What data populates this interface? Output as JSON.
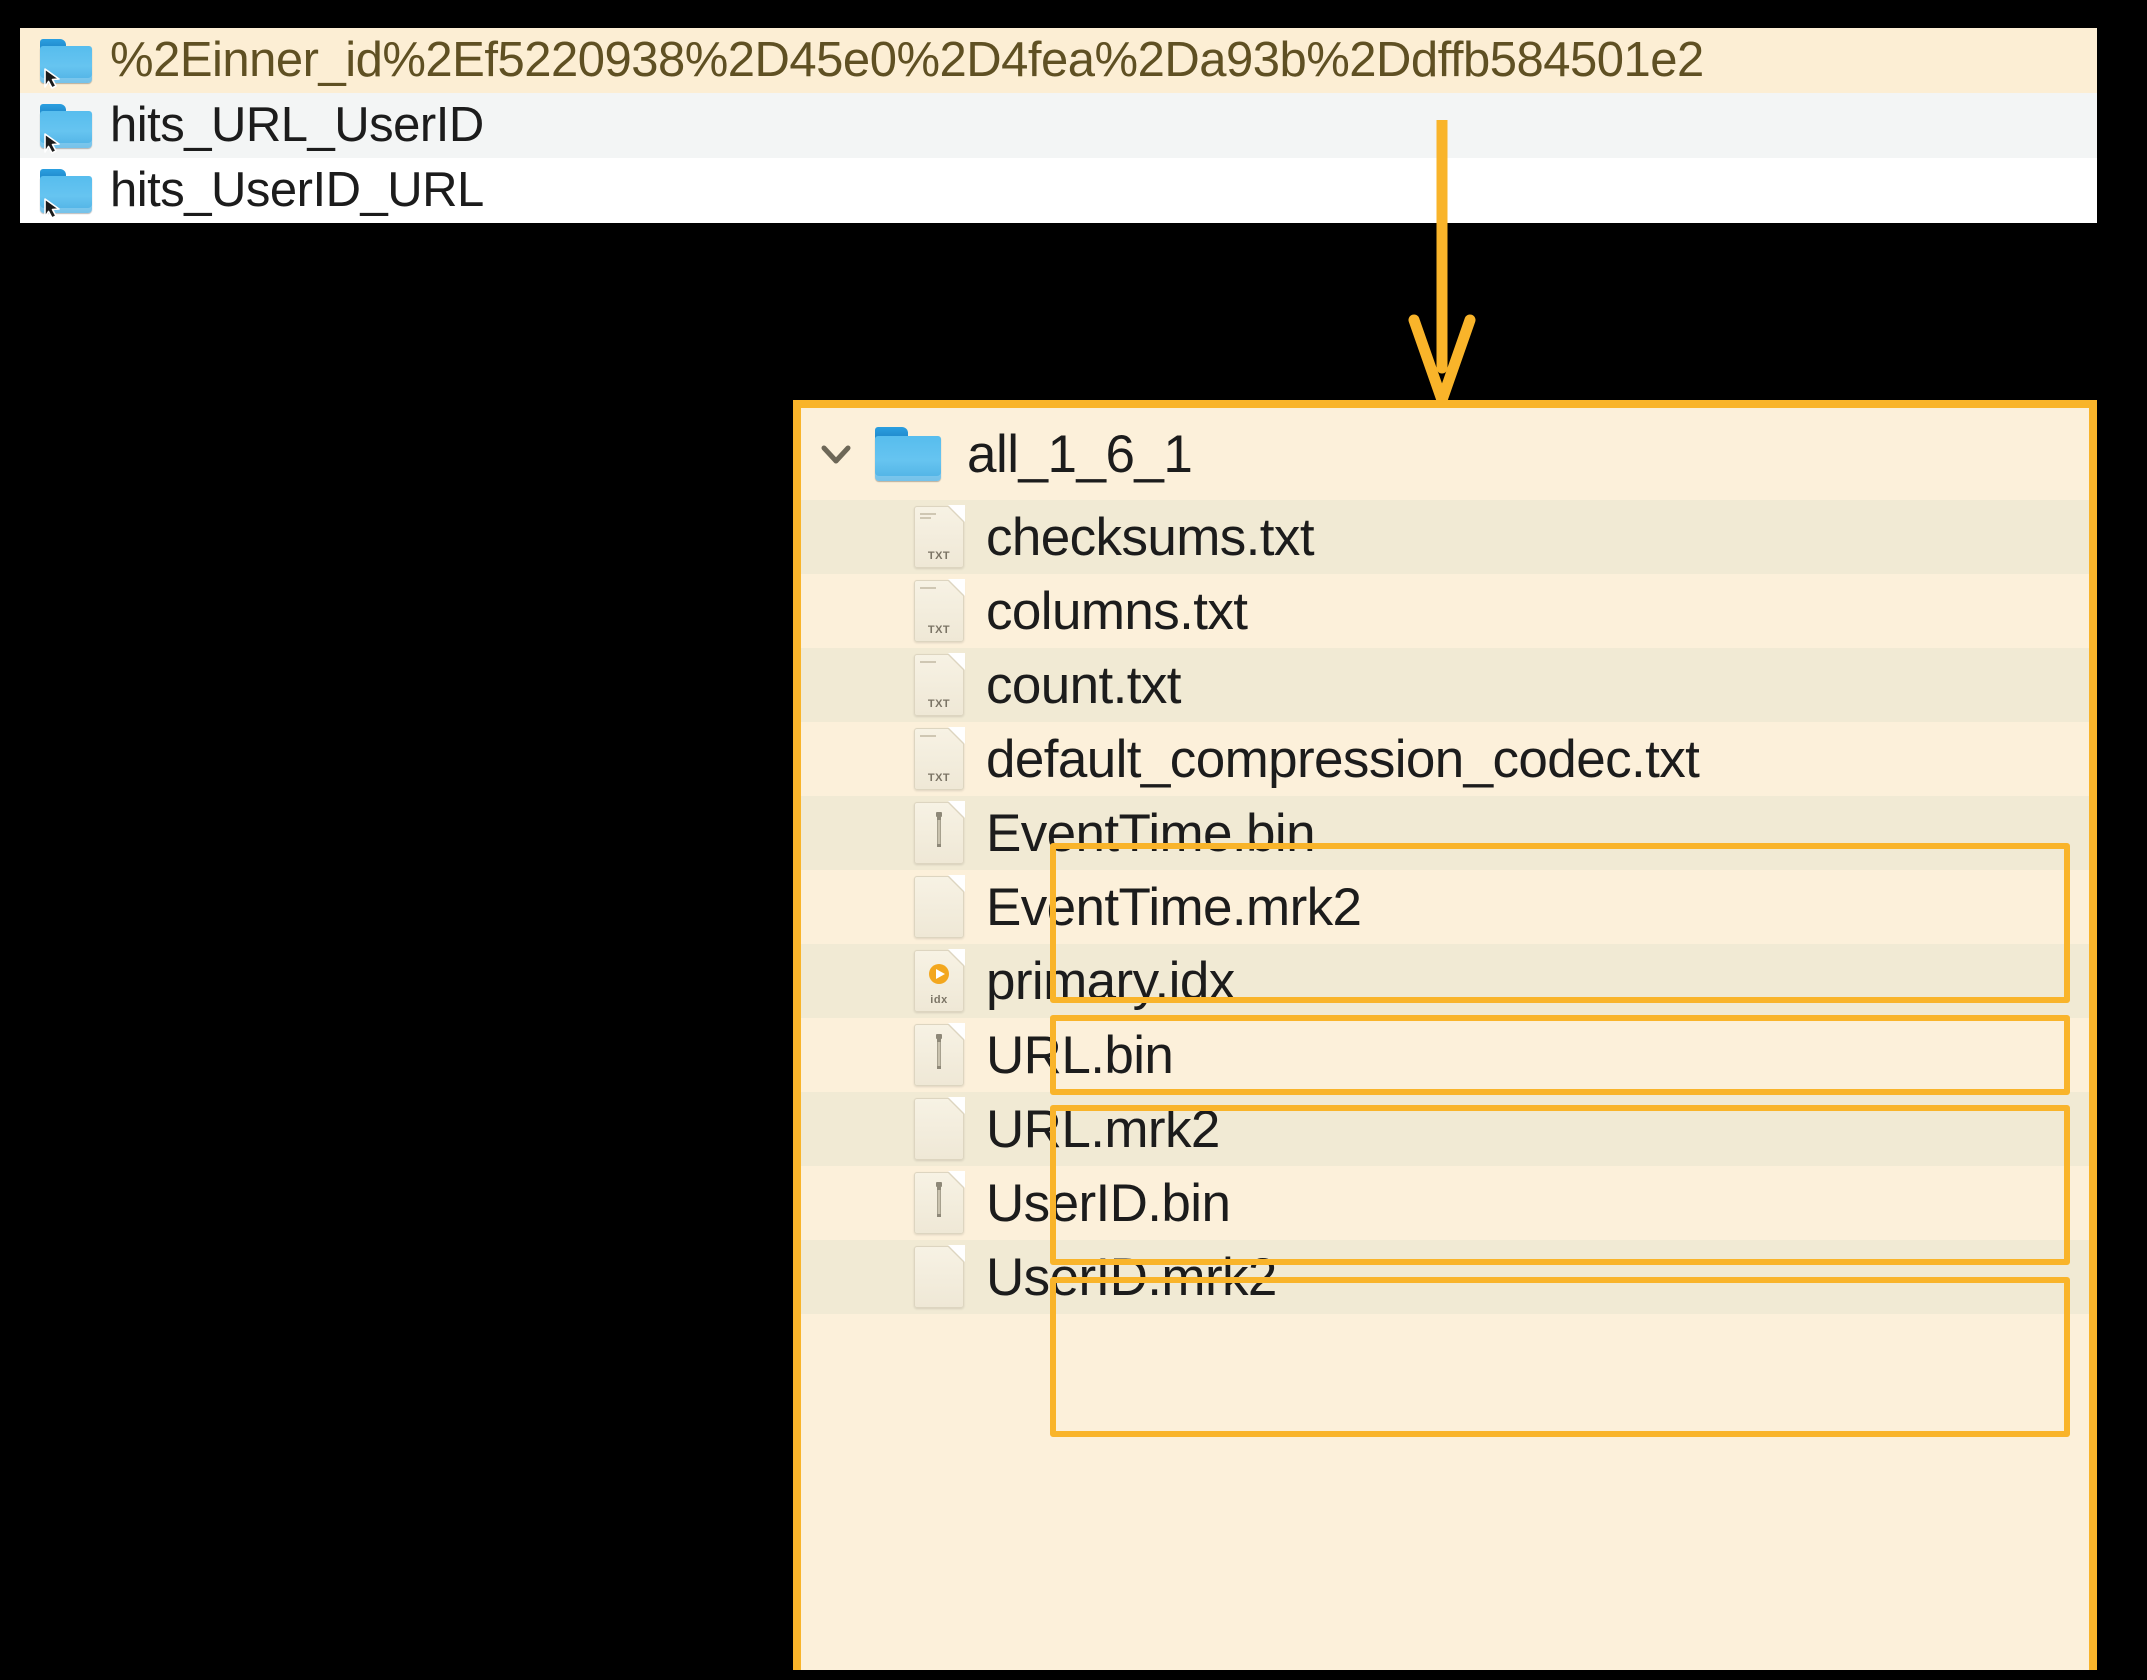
{
  "top_list": {
    "rows": [
      {
        "icon": "folder-symlink-icon",
        "label": "%2Einner_id%2Ef5220938%2D45e0%2D4fea%2Da93b%2Ddffb584501e2",
        "state": "selected"
      },
      {
        "icon": "folder-symlink-icon",
        "label": "hits_URL_UserID",
        "state": "alt"
      },
      {
        "icon": "folder-symlink-icon",
        "label": "hits_UserID_URL",
        "state": "plain"
      }
    ]
  },
  "annotation": {
    "arrow_icon": "down-arrow-annotation",
    "accent_color": "#F9B42A"
  },
  "detail_panel": {
    "root": {
      "chevron_icon": "chevron-down-icon",
      "folder_icon": "folder-icon",
      "label": "all_1_6_1"
    },
    "files": [
      {
        "icon": "txt-file-icon",
        "ext": "TXT",
        "label": "checksums.txt",
        "stripe": "b",
        "highlighted": false
      },
      {
        "icon": "txt-file-icon",
        "ext": "TXT",
        "label": "columns.txt",
        "stripe": "a",
        "highlighted": false
      },
      {
        "icon": "txt-file-icon",
        "ext": "TXT",
        "label": "count.txt",
        "stripe": "b",
        "highlighted": false
      },
      {
        "icon": "txt-file-icon",
        "ext": "TXT",
        "label": "default_compression_codec.txt",
        "stripe": "a",
        "highlighted": false
      },
      {
        "icon": "bin-file-icon",
        "ext": "",
        "label": "EventTime.bin",
        "stripe": "b",
        "highlighted": true
      },
      {
        "icon": "mrk2-file-icon",
        "ext": "",
        "label": "EventTime.mrk2",
        "stripe": "a",
        "highlighted": true
      },
      {
        "icon": "idx-file-icon",
        "ext": "idx",
        "label": "primary.idx",
        "stripe": "b",
        "highlighted": true
      },
      {
        "icon": "bin-file-icon",
        "ext": "",
        "label": "URL.bin",
        "stripe": "a",
        "highlighted": true
      },
      {
        "icon": "mrk2-file-icon",
        "ext": "",
        "label": "URL.mrk2",
        "stripe": "b",
        "highlighted": true
      },
      {
        "icon": "bin-file-icon",
        "ext": "",
        "label": "UserID.bin",
        "stripe": "a",
        "highlighted": true
      },
      {
        "icon": "mrk2-file-icon",
        "ext": "",
        "label": "UserID.mrk2",
        "stripe": "b",
        "highlighted": true
      }
    ],
    "highlight_groups": [
      {
        "name": "eventtime-group",
        "first_index": 4,
        "count": 2
      },
      {
        "name": "primary-idx-group",
        "first_index": 6,
        "count": 1
      },
      {
        "name": "url-group",
        "first_index": 7,
        "count": 2
      },
      {
        "name": "userid-group",
        "first_index": 9,
        "count": 2
      }
    ]
  },
  "colors": {
    "accent": "#F9B42A",
    "panel_bg": "#FCF0DA",
    "stripe_alt": "#F1EAD4",
    "selected_row": "#FCEED4",
    "canvas": "#000000"
  }
}
